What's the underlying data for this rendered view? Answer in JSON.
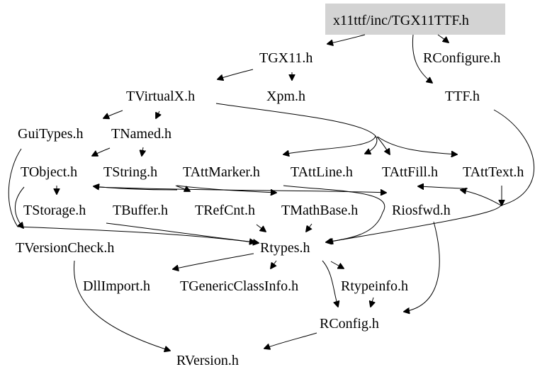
{
  "diagram": {
    "type": "include-dependency-graph",
    "root": "x11ttf/inc/TGX11TTF.h",
    "colors": {
      "root_fill": "#d3d3d3",
      "edge": "#000000",
      "text": "#000000",
      "background": "#ffffff"
    },
    "nodes": [
      {
        "id": "root",
        "label": "x11ttf/inc/TGX11TTF.h",
        "highlighted": true
      },
      {
        "id": "TGX11",
        "label": "TGX11.h"
      },
      {
        "id": "RConfigure",
        "label": "RConfigure.h"
      },
      {
        "id": "TVirtualX",
        "label": "TVirtualX.h"
      },
      {
        "id": "Xpm",
        "label": "Xpm.h"
      },
      {
        "id": "TTF",
        "label": "TTF.h"
      },
      {
        "id": "GuiTypes",
        "label": "GuiTypes.h"
      },
      {
        "id": "TNamed",
        "label": "TNamed.h"
      },
      {
        "id": "TObject",
        "label": "TObject.h"
      },
      {
        "id": "TString",
        "label": "TString.h"
      },
      {
        "id": "TAttMarker",
        "label": "TAttMarker.h"
      },
      {
        "id": "TAttLine",
        "label": "TAttLine.h"
      },
      {
        "id": "TAttFill",
        "label": "TAttFill.h"
      },
      {
        "id": "TAttText",
        "label": "TAttText.h"
      },
      {
        "id": "TStorage",
        "label": "TStorage.h"
      },
      {
        "id": "TBuffer",
        "label": "TBuffer.h"
      },
      {
        "id": "TRefCnt",
        "label": "TRefCnt.h"
      },
      {
        "id": "TMathBase",
        "label": "TMathBase.h"
      },
      {
        "id": "Riosfwd",
        "label": "Riosfwd.h"
      },
      {
        "id": "TVersionCheck",
        "label": "TVersionCheck.h"
      },
      {
        "id": "Rtypes",
        "label": "Rtypes.h"
      },
      {
        "id": "DllImport",
        "label": "DllImport.h"
      },
      {
        "id": "TGenericClassInfo",
        "label": "TGenericClassInfo.h"
      },
      {
        "id": "Rtypeinfo",
        "label": "Rtypeinfo.h"
      },
      {
        "id": "RConfig",
        "label": "RConfig.h"
      },
      {
        "id": "RVersion",
        "label": "RVersion.h"
      }
    ],
    "edges": [
      {
        "from": "root",
        "to": "TGX11"
      },
      {
        "from": "root",
        "to": "RConfigure"
      },
      {
        "from": "root",
        "to": "TTF"
      },
      {
        "from": "TGX11",
        "to": "TVirtualX"
      },
      {
        "from": "TGX11",
        "to": "Xpm"
      },
      {
        "from": "TVirtualX",
        "to": "GuiTypes"
      },
      {
        "from": "TVirtualX",
        "to": "TNamed"
      },
      {
        "from": "TVirtualX",
        "to": "TAttMarker"
      },
      {
        "from": "TVirtualX",
        "to": "TAttLine"
      },
      {
        "from": "TVirtualX",
        "to": "TAttFill"
      },
      {
        "from": "TVirtualX",
        "to": "TAttText"
      },
      {
        "from": "TNamed",
        "to": "TObject"
      },
      {
        "from": "TNamed",
        "to": "TString"
      },
      {
        "from": "TTF",
        "to": "TAttText"
      },
      {
        "from": "TTF",
        "to": "Rtypes"
      },
      {
        "from": "GuiTypes",
        "to": "Rtypes"
      },
      {
        "from": "TObject",
        "to": "TStorage"
      },
      {
        "from": "TObject",
        "to": "TVersionCheck"
      },
      {
        "from": "TObject",
        "to": "Riosfwd"
      },
      {
        "from": "TObject",
        "to": "Rtypes"
      },
      {
        "from": "TString",
        "to": "TRefCnt"
      },
      {
        "from": "TString",
        "to": "TMathBase"
      },
      {
        "from": "TString",
        "to": "Riosfwd"
      },
      {
        "from": "TString",
        "to": "TObject"
      },
      {
        "from": "TAttMarker",
        "to": "TObject"
      },
      {
        "from": "TAttMarker",
        "to": "Rtypes"
      },
      {
        "from": "TAttLine",
        "to": "Rtypes"
      },
      {
        "from": "TAttLine",
        "to": "Riosfwd"
      },
      {
        "from": "TAttFill",
        "to": "Rtypes"
      },
      {
        "from": "TAttFill",
        "to": "Riosfwd"
      },
      {
        "from": "TAttText",
        "to": "Rtypes"
      },
      {
        "from": "TAttText",
        "to": "TAttFill"
      },
      {
        "from": "TStorage",
        "to": "Rtypes"
      },
      {
        "from": "TBuffer",
        "to": "Rtypes"
      },
      {
        "from": "TRefCnt",
        "to": "Rtypes"
      },
      {
        "from": "TMathBase",
        "to": "Rtypes"
      },
      {
        "from": "Riosfwd",
        "to": "RConfig"
      },
      {
        "from": "TVersionCheck",
        "to": "RVersion"
      },
      {
        "from": "Rtypes",
        "to": "DllImport"
      },
      {
        "from": "Rtypes",
        "to": "TGenericClassInfo"
      },
      {
        "from": "Rtypes",
        "to": "Rtypeinfo"
      },
      {
        "from": "Rtypes",
        "to": "RConfig"
      },
      {
        "from": "Rtypeinfo",
        "to": "RConfig"
      },
      {
        "from": "RConfig",
        "to": "RVersion"
      }
    ]
  }
}
